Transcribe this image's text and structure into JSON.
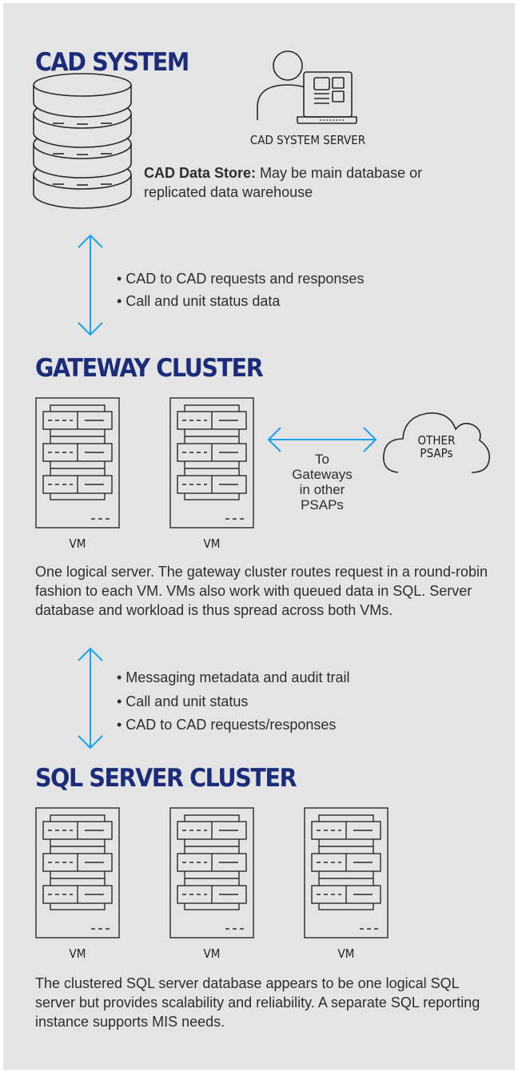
{
  "colors": {
    "panel": "#e4e4e5",
    "heading": "#1b2c7a",
    "arrow": "#1aa3e8",
    "line": "#2a2a2a"
  },
  "cad": {
    "title": "CAD SYSTEM",
    "server_label": "CAD SYSTEM SERVER",
    "datastore_bold": "CAD Data Store:",
    "datastore_text": " May be main database or replicated data warehouse",
    "bullets": [
      "• CAD to CAD requests and responses",
      "• Call and unit status data"
    ]
  },
  "gateway": {
    "title": "GATEWAY CLUSTER",
    "vm_labels": [
      "VM",
      "VM"
    ],
    "to_gateways": "To\nGateways\nin other\nPSAPs",
    "cloud_label": "OTHER\nPSAPs",
    "description": "One logical server. The gateway cluster routes request in a round-robin fashion to each VM. VMs also work with queued data in SQL. Server database and workload is thus spread across both VMs.",
    "bullets": [
      "• Messaging metadata and audit trail",
      "• Call and unit status",
      "• CAD to CAD requests/responses"
    ]
  },
  "sql": {
    "title": "SQL SERVER CLUSTER",
    "vm_labels": [
      "VM",
      "VM",
      "VM"
    ],
    "description": "The clustered SQL server database appears to be one logical SQL server but provides scalability and reliability. A separate SQL reporting instance supports MIS needs."
  },
  "icons": [
    "database-icon",
    "server-user-icon",
    "vm-rack-icon",
    "cloud-icon",
    "double-arrow-icon"
  ]
}
